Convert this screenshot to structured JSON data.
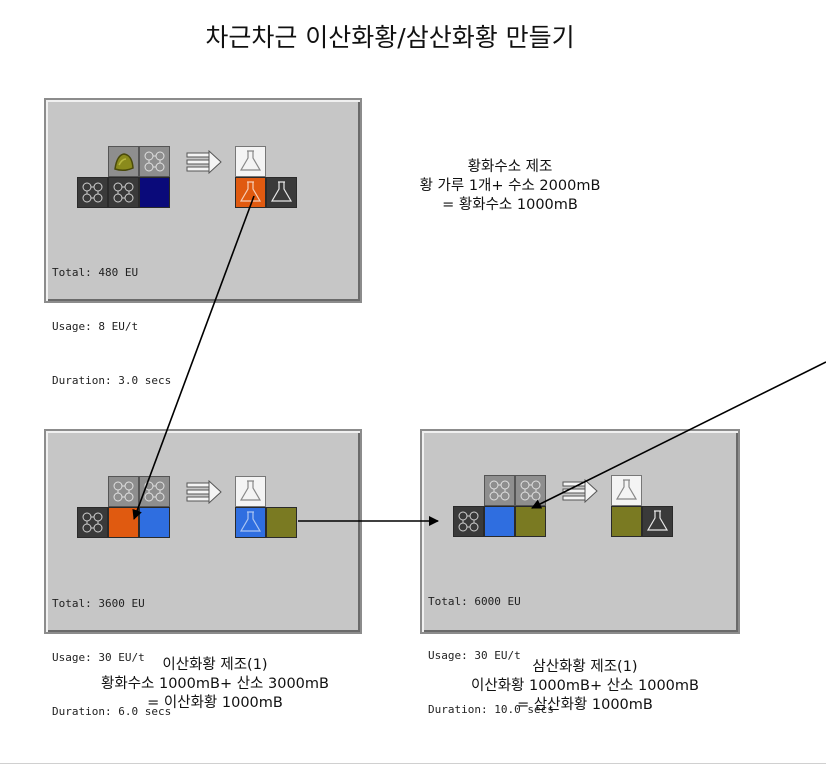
{
  "title": "차근차근 이산화황/삼산화황 만들기",
  "colors": {
    "panel": "#c6c6c6",
    "orange": "#e05a10",
    "blue": "#2f6ee0",
    "navy": "#0a0a7a",
    "olive": "#7a7a22"
  },
  "panels": [
    {
      "id": "recipe-hydrogen-sulfide",
      "stats": [
        "Total: 480 EU",
        "Usage: 8 EU/t",
        "Duration: 3.0 secs"
      ],
      "caption": [
        "황화수소 제조",
        "황 가루 1개+ 수소 2000mB",
        "= 황화수소 1000mB"
      ]
    },
    {
      "id": "recipe-sulfur-dioxide",
      "stats": [
        "Total: 3600 EU",
        "Usage: 30 EU/t",
        "Duration: 6.0 secs"
      ],
      "caption": [
        "이산화황 제조(1)",
        "황화수소 1000mB+ 산소 3000mB",
        "= 이산화황 1000mB"
      ]
    },
    {
      "id": "recipe-sulfur-trioxide",
      "stats": [
        "Total: 6000 EU",
        "Usage: 30 EU/t",
        "Duration: 10.0 secs"
      ],
      "caption": [
        "삼산화황 제조(1)",
        "이산화황 1000mB+ 산소 1000mB",
        "= 삼산화황 1000mB"
      ]
    }
  ],
  "icons": {
    "slot-pattern": "gear-grid-icon",
    "flask": "flask-icon",
    "dust": "sulfur-dust-icon",
    "process-arrow": "triple-arrow-icon"
  }
}
